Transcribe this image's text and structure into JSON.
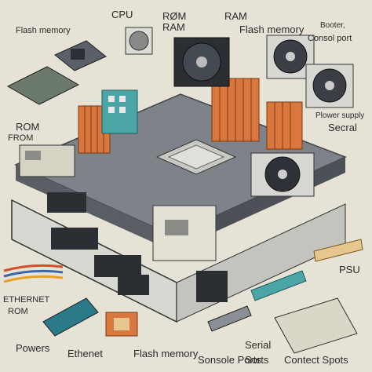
{
  "labels": {
    "flash_memory_top": "Flash memory",
    "cpu": "CPU",
    "rom_ram_1": "RØM",
    "rom_ram_2": "RAM",
    "ram": "RAM",
    "flash_memory_right": "Flash memory",
    "booter_1": "Booter,",
    "booter_2": "Consol port",
    "rom_1": "ROM",
    "rom_2": "FROM",
    "power_supply_1": "Plower supply",
    "power_supply_2": "Secral",
    "psu": "PSU",
    "ethernet_1": "ETHERNET",
    "ethernet_2": "ROM",
    "power": "Powers",
    "ethernet_bottom": "Ethenet",
    "flash_memory_bottom": "Flash memory",
    "console_ports": "Sonsole Ports",
    "serial_1": "Serial",
    "serial_2": "Sorts",
    "contect_spots": "Contect Spots"
  },
  "colors": {
    "background": "#e6e2d6",
    "board": "#8a8f96",
    "heatsink_orange": "#d9773f",
    "heatsink_teal": "#4aa6a6",
    "chassis": "#d8d8d2",
    "dark": "#2b2e33"
  }
}
